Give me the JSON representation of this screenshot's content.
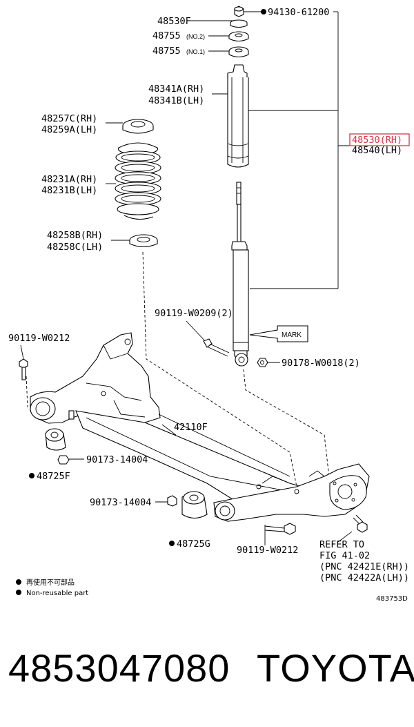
{
  "labels": {
    "nut_top": "94130-61200",
    "p48530f": "48530F",
    "p48755_2": "48755",
    "p48755_2_sub": "(NO.2)",
    "p48755_1": "48755",
    "p48755_1_sub": "(NO.1)",
    "boot_rh": "48341A(RH)",
    "boot_lh": "48341B(LH)",
    "seat_upper_rh": "48257C(RH)",
    "seat_upper_lh": "48259A(LH)",
    "spring_rh": "48231A(RH)",
    "spring_lh": "48231B(LH)",
    "seat_lower_rh": "48258B(RH)",
    "seat_lower_lh": "48258C(LH)",
    "absorber_rh": "48530(RH)",
    "absorber_lh": "48540(LH)",
    "bolt_upper": "90119-W0209(2)",
    "mark": "MARK",
    "bolt_left": "90119-W0212",
    "nut_lower": "90178-W0018(2)",
    "beam": "42110F",
    "washer_a": "90173-14004",
    "bushing_f": "48725F",
    "washer_b": "90173-14004",
    "bushing_g": "48725G",
    "bolt_bottom": "90119-W0212",
    "refer_1": "REFER TO",
    "refer_2": "FIG 41-02",
    "refer_3": "(PNC 42421E(RH))",
    "refer_4": "(PNC 42422A(LH))",
    "legend_jp": "再使用不可部品",
    "legend_en": "Non-reusable part",
    "diagram_id": "483753D"
  },
  "footer": {
    "part_number": "4853047080",
    "brand": "TOYOTA"
  },
  "colors": {
    "highlight": "#d9344a"
  }
}
